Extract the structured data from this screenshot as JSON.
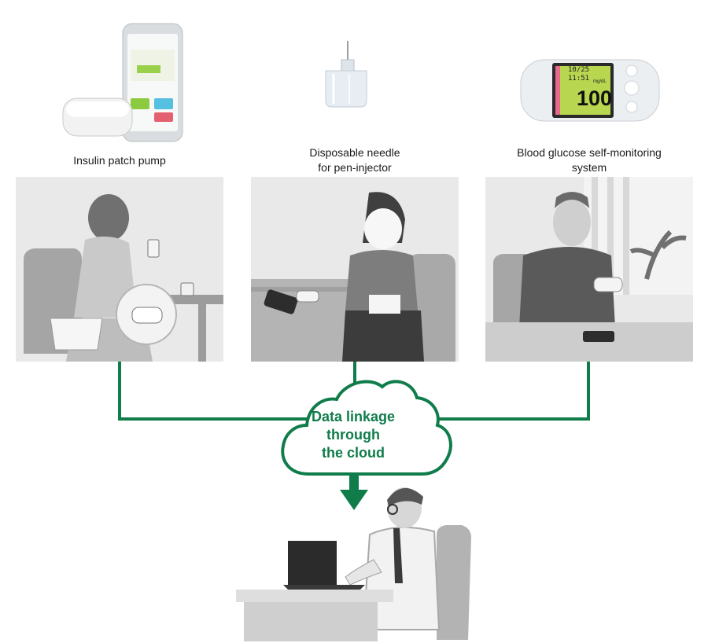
{
  "devices": [
    {
      "id": "pump",
      "label": "Insulin patch pump"
    },
    {
      "id": "needle",
      "label_line1": "Disposable needle",
      "label_line2": "for pen-injector"
    },
    {
      "id": "glucose",
      "label_line1": "Blood glucose self-monitoring",
      "label_line2": "system"
    }
  ],
  "meter_screen": {
    "datetime": "10/25 11:51",
    "reading": "100",
    "unit": "mg/dL"
  },
  "cloud": {
    "line1": "Data linkage",
    "line2": "through",
    "line3": "the cloud"
  },
  "colors": {
    "accent": "#0f7c4a",
    "panel_bg": "#e9e9e9",
    "figure_gray": "#8c8c8c"
  }
}
